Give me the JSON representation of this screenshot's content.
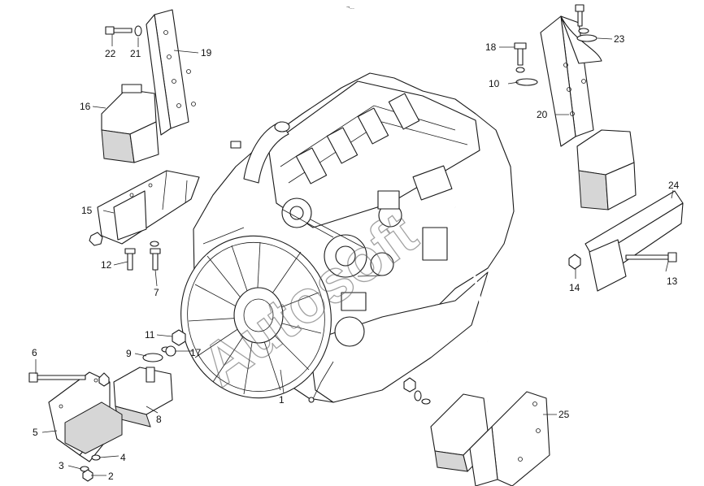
{
  "diagram": {
    "watermark": "Autosoft",
    "header_mark": "¬..."
  },
  "callouts": [
    {
      "id": "c1",
      "label": "1"
    },
    {
      "id": "c2",
      "label": "2"
    },
    {
      "id": "c3",
      "label": "3"
    },
    {
      "id": "c4",
      "label": "4"
    },
    {
      "id": "c5",
      "label": "5"
    },
    {
      "id": "c6",
      "label": "6"
    },
    {
      "id": "c7",
      "label": "7"
    },
    {
      "id": "c8",
      "label": "8"
    },
    {
      "id": "c9",
      "label": "9"
    },
    {
      "id": "c10",
      "label": "10"
    },
    {
      "id": "c11",
      "label": "11"
    },
    {
      "id": "c12",
      "label": "12"
    },
    {
      "id": "c13",
      "label": "13"
    },
    {
      "id": "c14",
      "label": "14"
    },
    {
      "id": "c15",
      "label": "15"
    },
    {
      "id": "c16",
      "label": "16"
    },
    {
      "id": "c17",
      "label": "17"
    },
    {
      "id": "c18",
      "label": "18"
    },
    {
      "id": "c19",
      "label": "19"
    },
    {
      "id": "c20",
      "label": "20"
    },
    {
      "id": "c21",
      "label": "21"
    },
    {
      "id": "c22",
      "label": "22"
    },
    {
      "id": "c23",
      "label": "23"
    },
    {
      "id": "c24",
      "label": "24"
    },
    {
      "id": "c25",
      "label": "25"
    }
  ]
}
